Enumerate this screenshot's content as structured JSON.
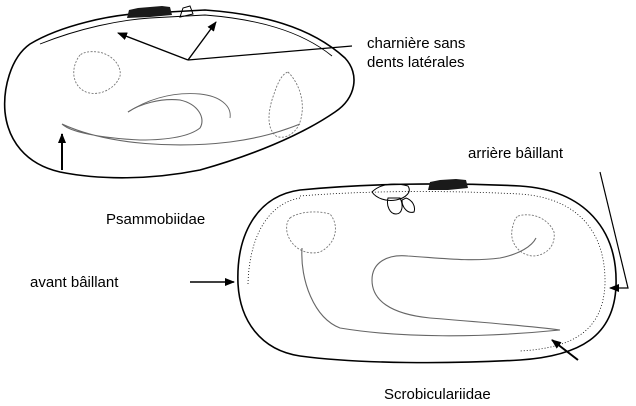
{
  "labels": {
    "hinge": [
      "charnière sans",
      "dents latérales"
    ],
    "rear_gaping": "arrière bâillant",
    "front_gaping": "avant bâillant",
    "family_top": "Psammobiidae",
    "family_bottom": "Scrobiculariidae"
  },
  "colors": {
    "ink": "#000000",
    "background": "#ffffff",
    "ligament": "#1a1a1a"
  }
}
